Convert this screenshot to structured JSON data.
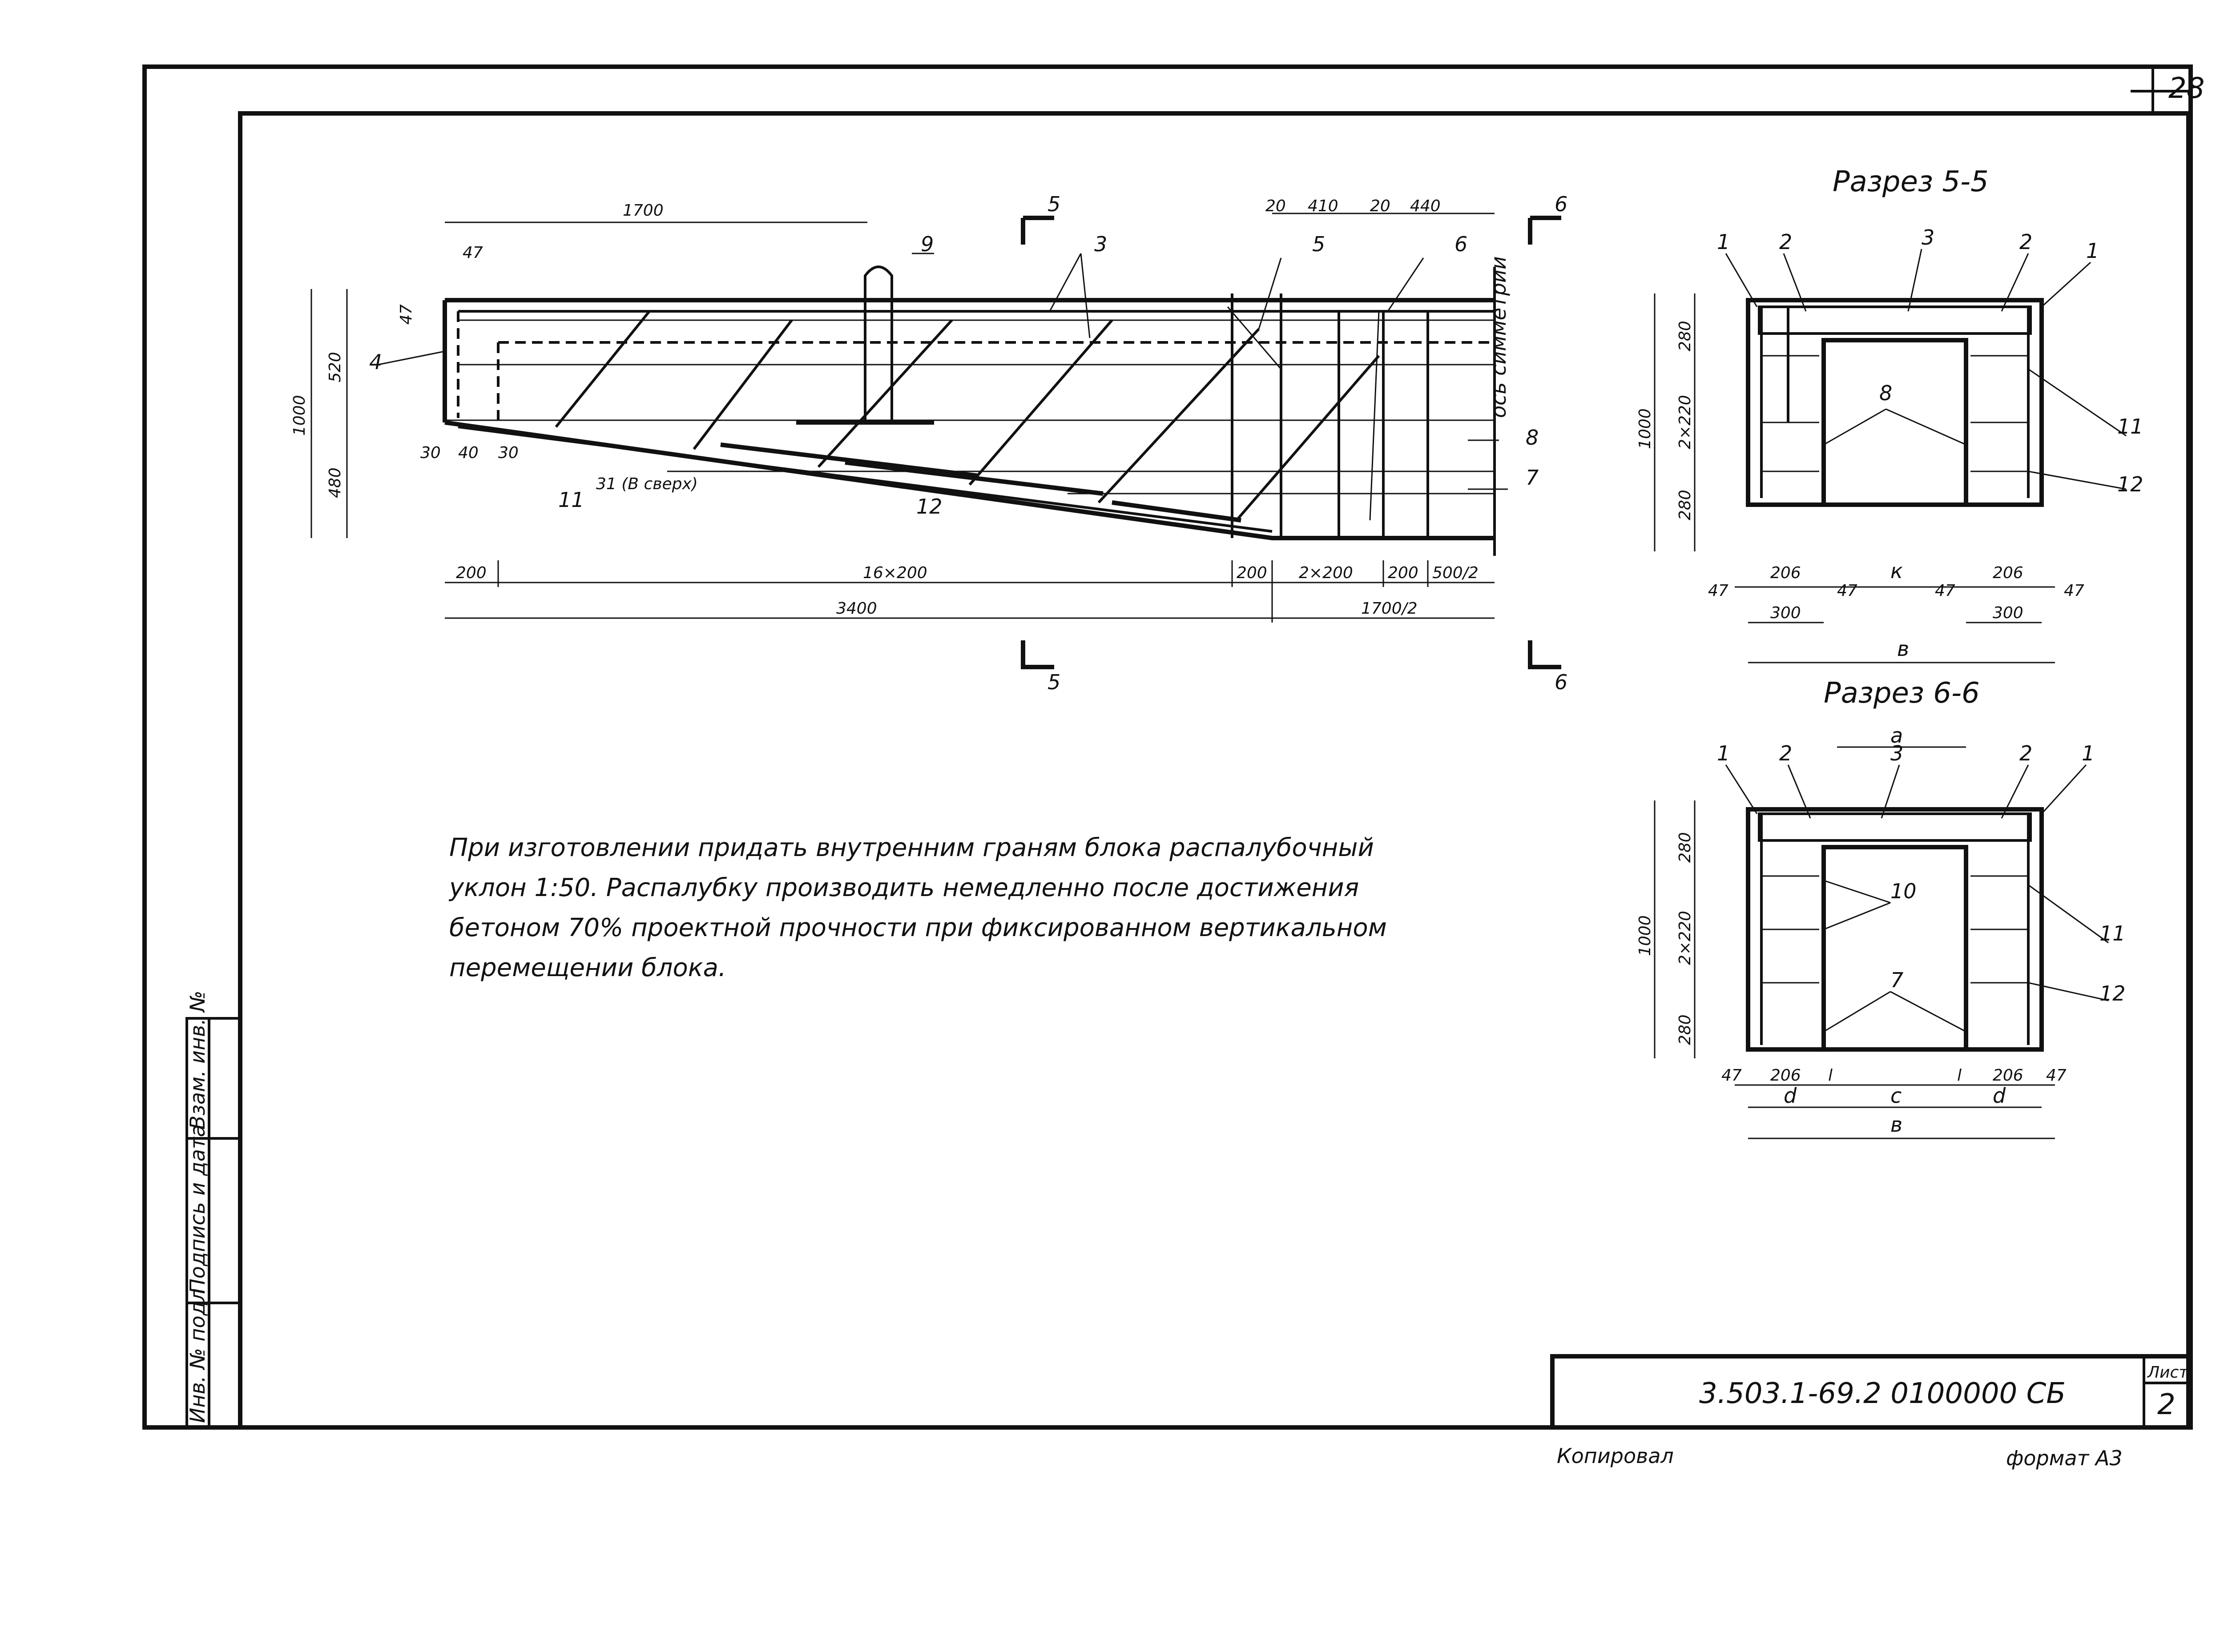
{
  "sheet": {
    "corner_number": "28",
    "sheet_label": "Лист",
    "sheet_number": "2",
    "code": "3.503.1-69.2 0100000 СБ",
    "copied_by": "Копировал",
    "format": "формат А3"
  },
  "stamp": {
    "inv_no": "Инв. № подл",
    "sign_date": "Подпись и дата",
    "replace_inv": "Взам. инв. №"
  },
  "note": {
    "line1": "При изготовлении придать внутренним граням блока распалубочный",
    "line2": "уклон 1:50. Распалубку производить немедленно после достижения",
    "line3": "бетоном 70% проектной прочности при фиксированном вертикальном",
    "line4": "перемещении блока."
  },
  "elevation": {
    "dims_top": [
      "1700",
      "47",
      "20",
      "410",
      "20",
      "440"
    ],
    "dims_left": [
      "1000",
      "520",
      "480",
      "47"
    ],
    "dims_bottom_row1": [
      "30",
      "40",
      "30"
    ],
    "dims_bottom_row2": [
      "200",
      "16×200",
      "200",
      "2×200",
      "200",
      "500/2"
    ],
    "dims_bottom_row3": [
      "3400",
      "1700/2"
    ],
    "callouts": [
      "9",
      "3",
      "5",
      "6",
      "4",
      "8",
      "7",
      "11",
      "12"
    ],
    "callout_31": "31 (В сверх)",
    "axis_label": "ось симметрии",
    "section_5": "5",
    "section_6": "6"
  },
  "section_55": {
    "title": "Разрез 5-5",
    "callouts": [
      "1",
      "2",
      "3",
      "2",
      "1",
      "8",
      "11",
      "12"
    ],
    "dims_left": [
      "1000",
      "280",
      "2×220",
      "280"
    ],
    "dims_bottom": [
      "47",
      "206",
      "47",
      "к",
      "47",
      "206",
      "47"
    ],
    "dims_bottom2": [
      "300",
      "300"
    ],
    "dims_bottom3": "в"
  },
  "section_66": {
    "title": "Разрез 6-6",
    "callouts": [
      "1",
      "2",
      "3",
      "2",
      "1",
      "10",
      "11",
      "7",
      "12"
    ],
    "dim_top": "а",
    "dims_left": [
      "1000",
      "280",
      "2×220",
      "280"
    ],
    "dims_bottom": [
      "47",
      "206",
      "l",
      "с",
      "l",
      "206",
      "47"
    ],
    "dims_bottom2": [
      "d",
      "d"
    ],
    "dims_bottom3": "в"
  }
}
